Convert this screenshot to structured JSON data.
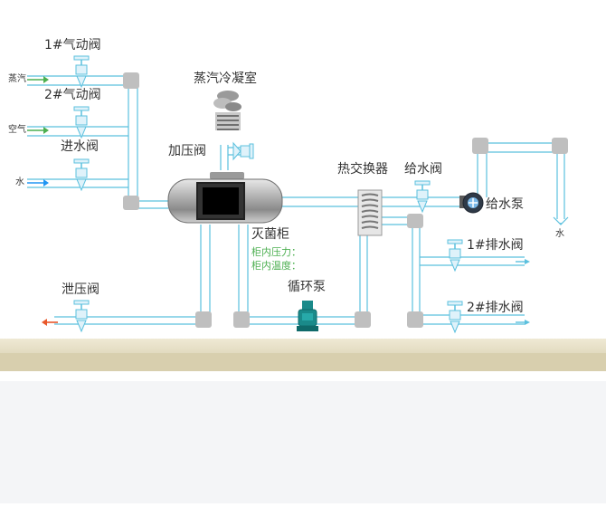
{
  "valves": {
    "v1": "1#气动阀",
    "v2": "2#气动阀",
    "inlet": "进水阀",
    "pressurize": "加压阀",
    "feed": "给水阀",
    "drain1": "1#排水阀",
    "drain2": "2#排水阀",
    "relief": "泄压阀"
  },
  "inputs": {
    "steam": "蒸汽",
    "air": "空气",
    "water": "水"
  },
  "equipment": {
    "condenser": "蒸汽冷凝室",
    "heat_exchanger": "热交换器",
    "feed_pump": "给水泵",
    "sterilizer": "灭菌柜",
    "circ_pump": "循环泵",
    "water_source": "水"
  },
  "readouts": {
    "pressure": "柜内压力：",
    "temperature": "柜内温度："
  },
  "colors": {
    "pipe": "#5bc0de",
    "steam_arrow": "#4caf50",
    "relief_arrow": "#e8572a",
    "pump": "#1a8a8a",
    "floor": "#d8cfae"
  }
}
